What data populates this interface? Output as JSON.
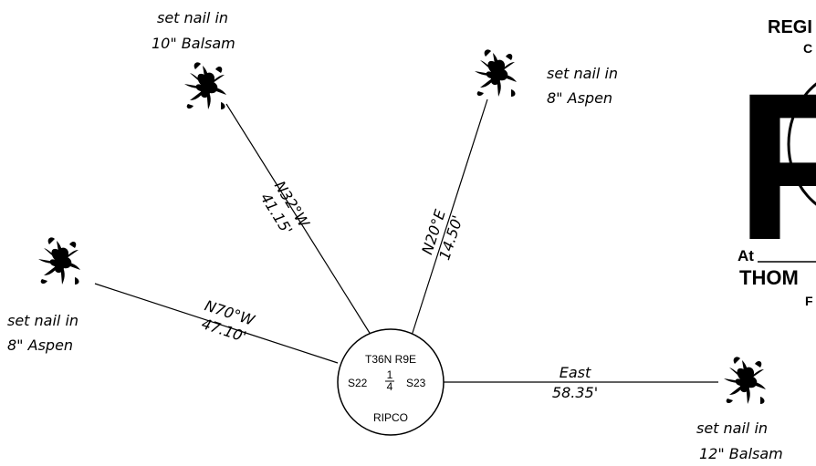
{
  "monument": {
    "line1": "T36N R9E",
    "left_section": "S22",
    "right_section": "S23",
    "fraction_top": "1",
    "fraction_bottom": "4",
    "agency": "RIPCO"
  },
  "witness_trees": [
    {
      "label_line1": "set nail in",
      "label_line2": "10\" Balsam",
      "bearing": "N32°W",
      "distance": "41.15'"
    },
    {
      "label_line1": "set nail in",
      "label_line2": "8\" Aspen",
      "bearing": "N20°E",
      "distance": "14.50'"
    },
    {
      "label_line1": "set nail in",
      "label_line2": "8\" Aspen",
      "bearing": "N70°W",
      "distance": "47.10'"
    },
    {
      "label_line1": "set nail in",
      "label_line2": "12\" Balsam",
      "bearing": "East",
      "distance": "58.35'"
    }
  ],
  "logo": {
    "top_text": "REGI",
    "sub_text": "C",
    "big_letter": "F",
    "at_text": "At",
    "bottom_text": "THOM",
    "bottom_sub": "F"
  }
}
